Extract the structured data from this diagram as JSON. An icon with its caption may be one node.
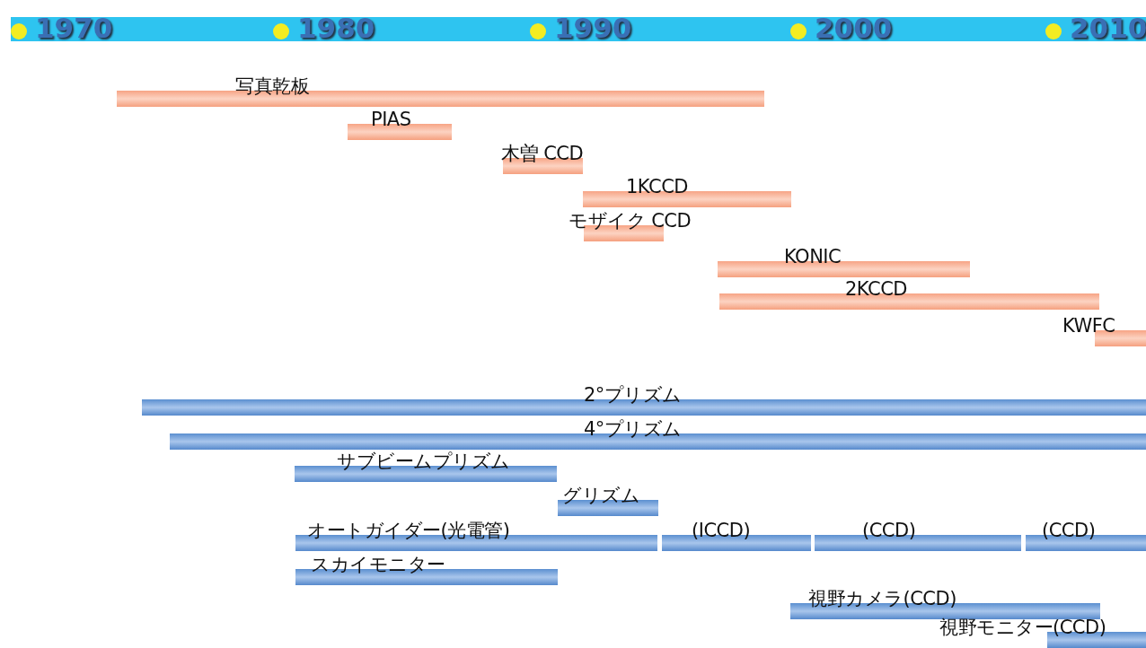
{
  "diagram": {
    "nodes": [
      {
        "text": [
          "写真乾板"
        ]
      },
      {
        "text": [
          "PIAS"
        ]
      },
      {
        "text": [
          "木曽 CCD"
        ]
      },
      {
        "text": [
          "1KCCD"
        ]
      },
      {
        "text": [
          "モザイク CCD"
        ]
      },
      {
        "text": [
          "KONIC"
        ]
      },
      {
        "text": [
          "2KCCD"
        ]
      },
      {
        "text": [
          "KWFC"
        ]
      },
      {
        "text": [
          "2°プリズム"
        ]
      },
      {
        "text": [
          "4°プリズム"
        ]
      },
      {
        "text": [
          "サブビームプリズム"
        ]
      },
      {
        "text": [
          "グリズム"
        ]
      },
      {
        "text": [
          "オートガイダー(光電管)"
        ]
      },
      {
        "text": [
          "(ICCD)"
        ]
      },
      {
        "text": [
          "(CCD)"
        ]
      },
      {
        "text": [
          "(CCD)"
        ]
      },
      {
        "text": [
          "スカイモニター"
        ]
      },
      {
        "text": [
          "視野カメラ(CCD)"
        ]
      },
      {
        "text": [
          "視野モニター(CCD)"
        ]
      }
    ],
    "edges": [],
    "labels": [
      "1970",
      "1980",
      "1990",
      "2000",
      "2010"
    ]
  }
}
